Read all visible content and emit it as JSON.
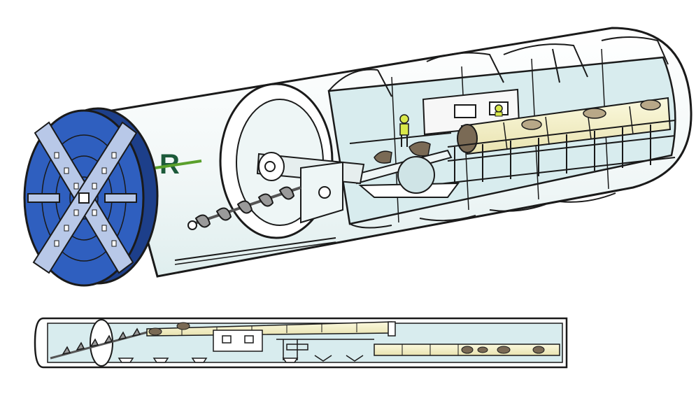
{
  "brand": {
    "logo_letter": "R"
  },
  "colors": {
    "cutter_blue": "#2f5fbf",
    "cutter_dark": "#1d3f8a",
    "shell": "#ffffff",
    "shell_inner": "#e4f1f1",
    "interior": "#d8ecee",
    "outline": "#1a1a1a",
    "rock": "#7a6a55",
    "rock_light": "#b8a888",
    "segment_tube": "#f4f0c8",
    "logo_green": "#5aa02c",
    "worker_vest": "#d9e84a"
  },
  "views": [
    {
      "id": "isometric-cutaway",
      "description_label": ""
    },
    {
      "id": "side-section",
      "description_label": ""
    }
  ]
}
